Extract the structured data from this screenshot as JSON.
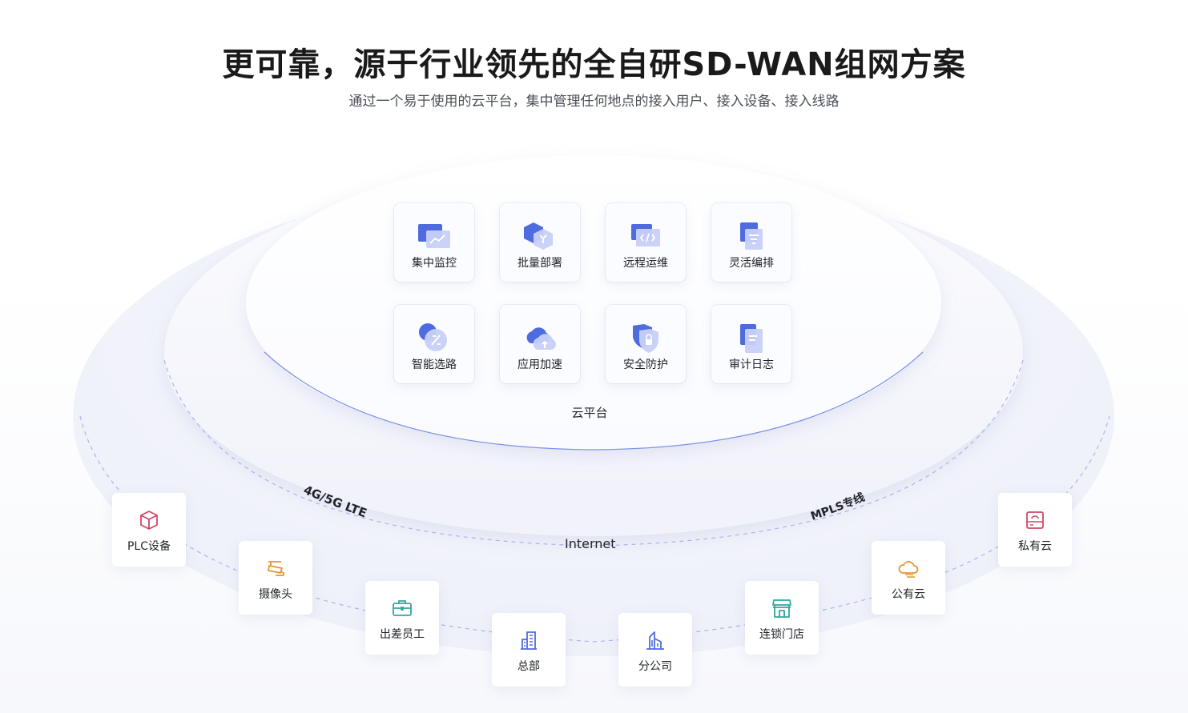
{
  "header": {
    "title": "更可靠，源于行业领先的全自研SD-WAN组网方案",
    "subtitle": "通过一个易于使用的云平台，集中管理任何地点的接入用户、接入设备、接入线路"
  },
  "platform": {
    "label": "云平台",
    "features": [
      {
        "label": "集中监控",
        "icon": "monitor-chart-icon"
      },
      {
        "label": "批量部署",
        "icon": "cube-deploy-icon"
      },
      {
        "label": "远程运维",
        "icon": "remote-code-icon"
      },
      {
        "label": "灵活编排",
        "icon": "flexible-layout-icon"
      },
      {
        "label": "智能选路",
        "icon": "smart-route-icon"
      },
      {
        "label": "应用加速",
        "icon": "cloud-upload-icon"
      },
      {
        "label": "安全防护",
        "icon": "shield-lock-icon"
      },
      {
        "label": "审计日志",
        "icon": "document-log-icon"
      }
    ]
  },
  "network": {
    "center_label": "Internet",
    "links": [
      {
        "label": "4G/5G LTE"
      },
      {
        "label": "MPLS专线"
      }
    ]
  },
  "endpoints": [
    {
      "label": "PLC设备",
      "icon": "cube-icon",
      "color": "#d14566"
    },
    {
      "label": "摄像头",
      "icon": "camera-icon",
      "color": "#e6952e"
    },
    {
      "label": "出差员工",
      "icon": "briefcase-icon",
      "color": "#2fa89a"
    },
    {
      "label": "总部",
      "icon": "building-icon",
      "color": "#4f6be0"
    },
    {
      "label": "分公司",
      "icon": "office-icon",
      "color": "#4f6be0"
    },
    {
      "label": "连锁门店",
      "icon": "store-icon",
      "color": "#2fa89a"
    },
    {
      "label": "公有云",
      "icon": "cloud-icon",
      "color": "#e6952e"
    },
    {
      "label": "私有云",
      "icon": "server-icon",
      "color": "#d14566"
    }
  ],
  "colors": {
    "accent_blue": "#4f6be0",
    "ring_dash": "#9aaae8"
  }
}
